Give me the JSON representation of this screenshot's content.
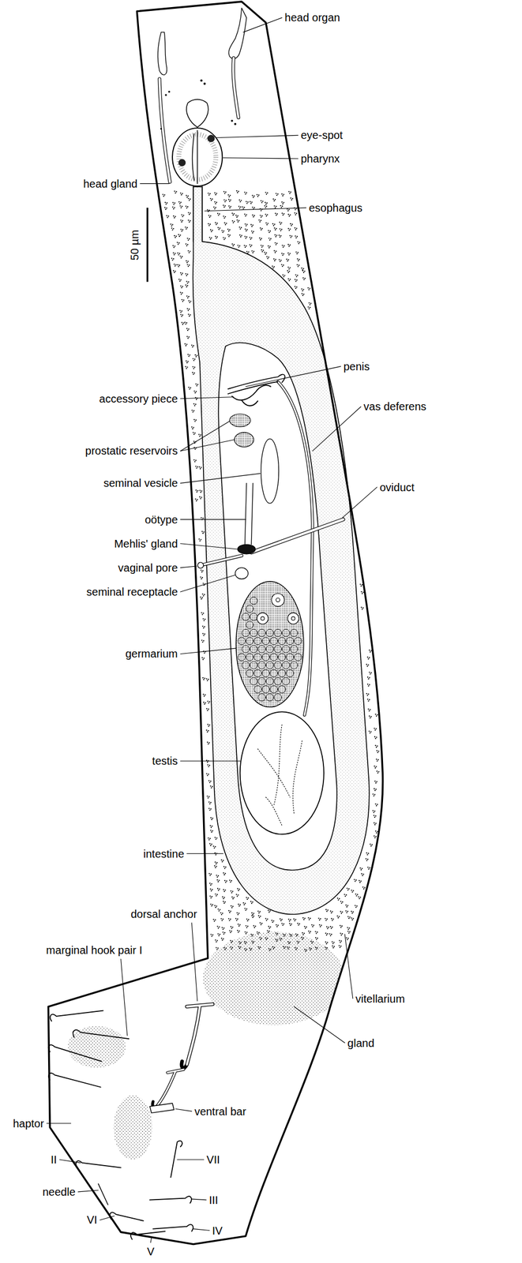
{
  "diagram": {
    "labels": [
      "head organ",
      "eye-spot",
      "pharynx",
      "head gland",
      "esophagus",
      "50 µm",
      "penis",
      "accessory piece",
      "vas deferens",
      "prostatic reservoirs",
      "seminal vesicle",
      "oviduct",
      "oötype",
      "Mehlis' gland",
      "vaginal pore",
      "seminal receptacle",
      "germarium",
      "testis",
      "intestine",
      "dorsal anchor",
      "marginal hook pair I",
      "vitellarium",
      "gland",
      "haptor",
      "ventral bar",
      "II",
      "VII",
      "needle",
      "VI",
      "III",
      "IV",
      "V"
    ]
  }
}
